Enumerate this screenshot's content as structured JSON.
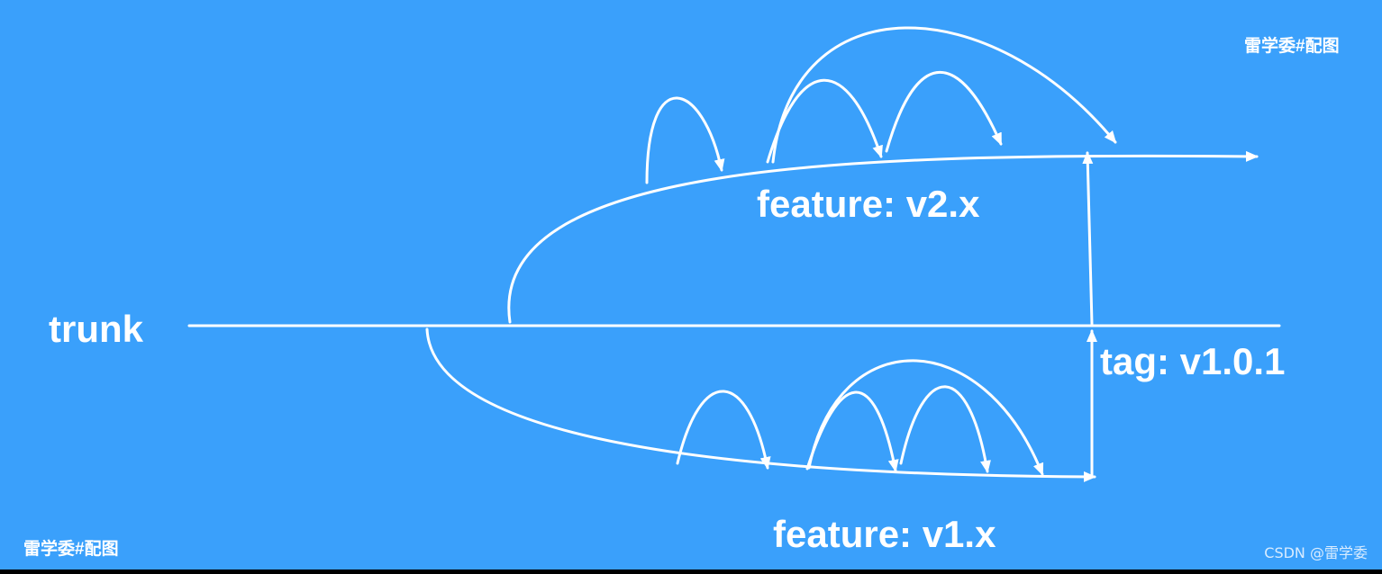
{
  "labels": {
    "trunk": "trunk",
    "feature_v2": "feature: v2.x",
    "feature_v1": "feature: v1.x",
    "tag": "tag: v1.0.1"
  },
  "watermarks": {
    "top_right": "雷学委#配图",
    "bottom_left": "雷学委#配图",
    "csdn": "CSDN @雷学委"
  },
  "colors": {
    "background": "#3aa0fb",
    "stroke": "#ffffff",
    "bottom_bar": "#000000"
  }
}
